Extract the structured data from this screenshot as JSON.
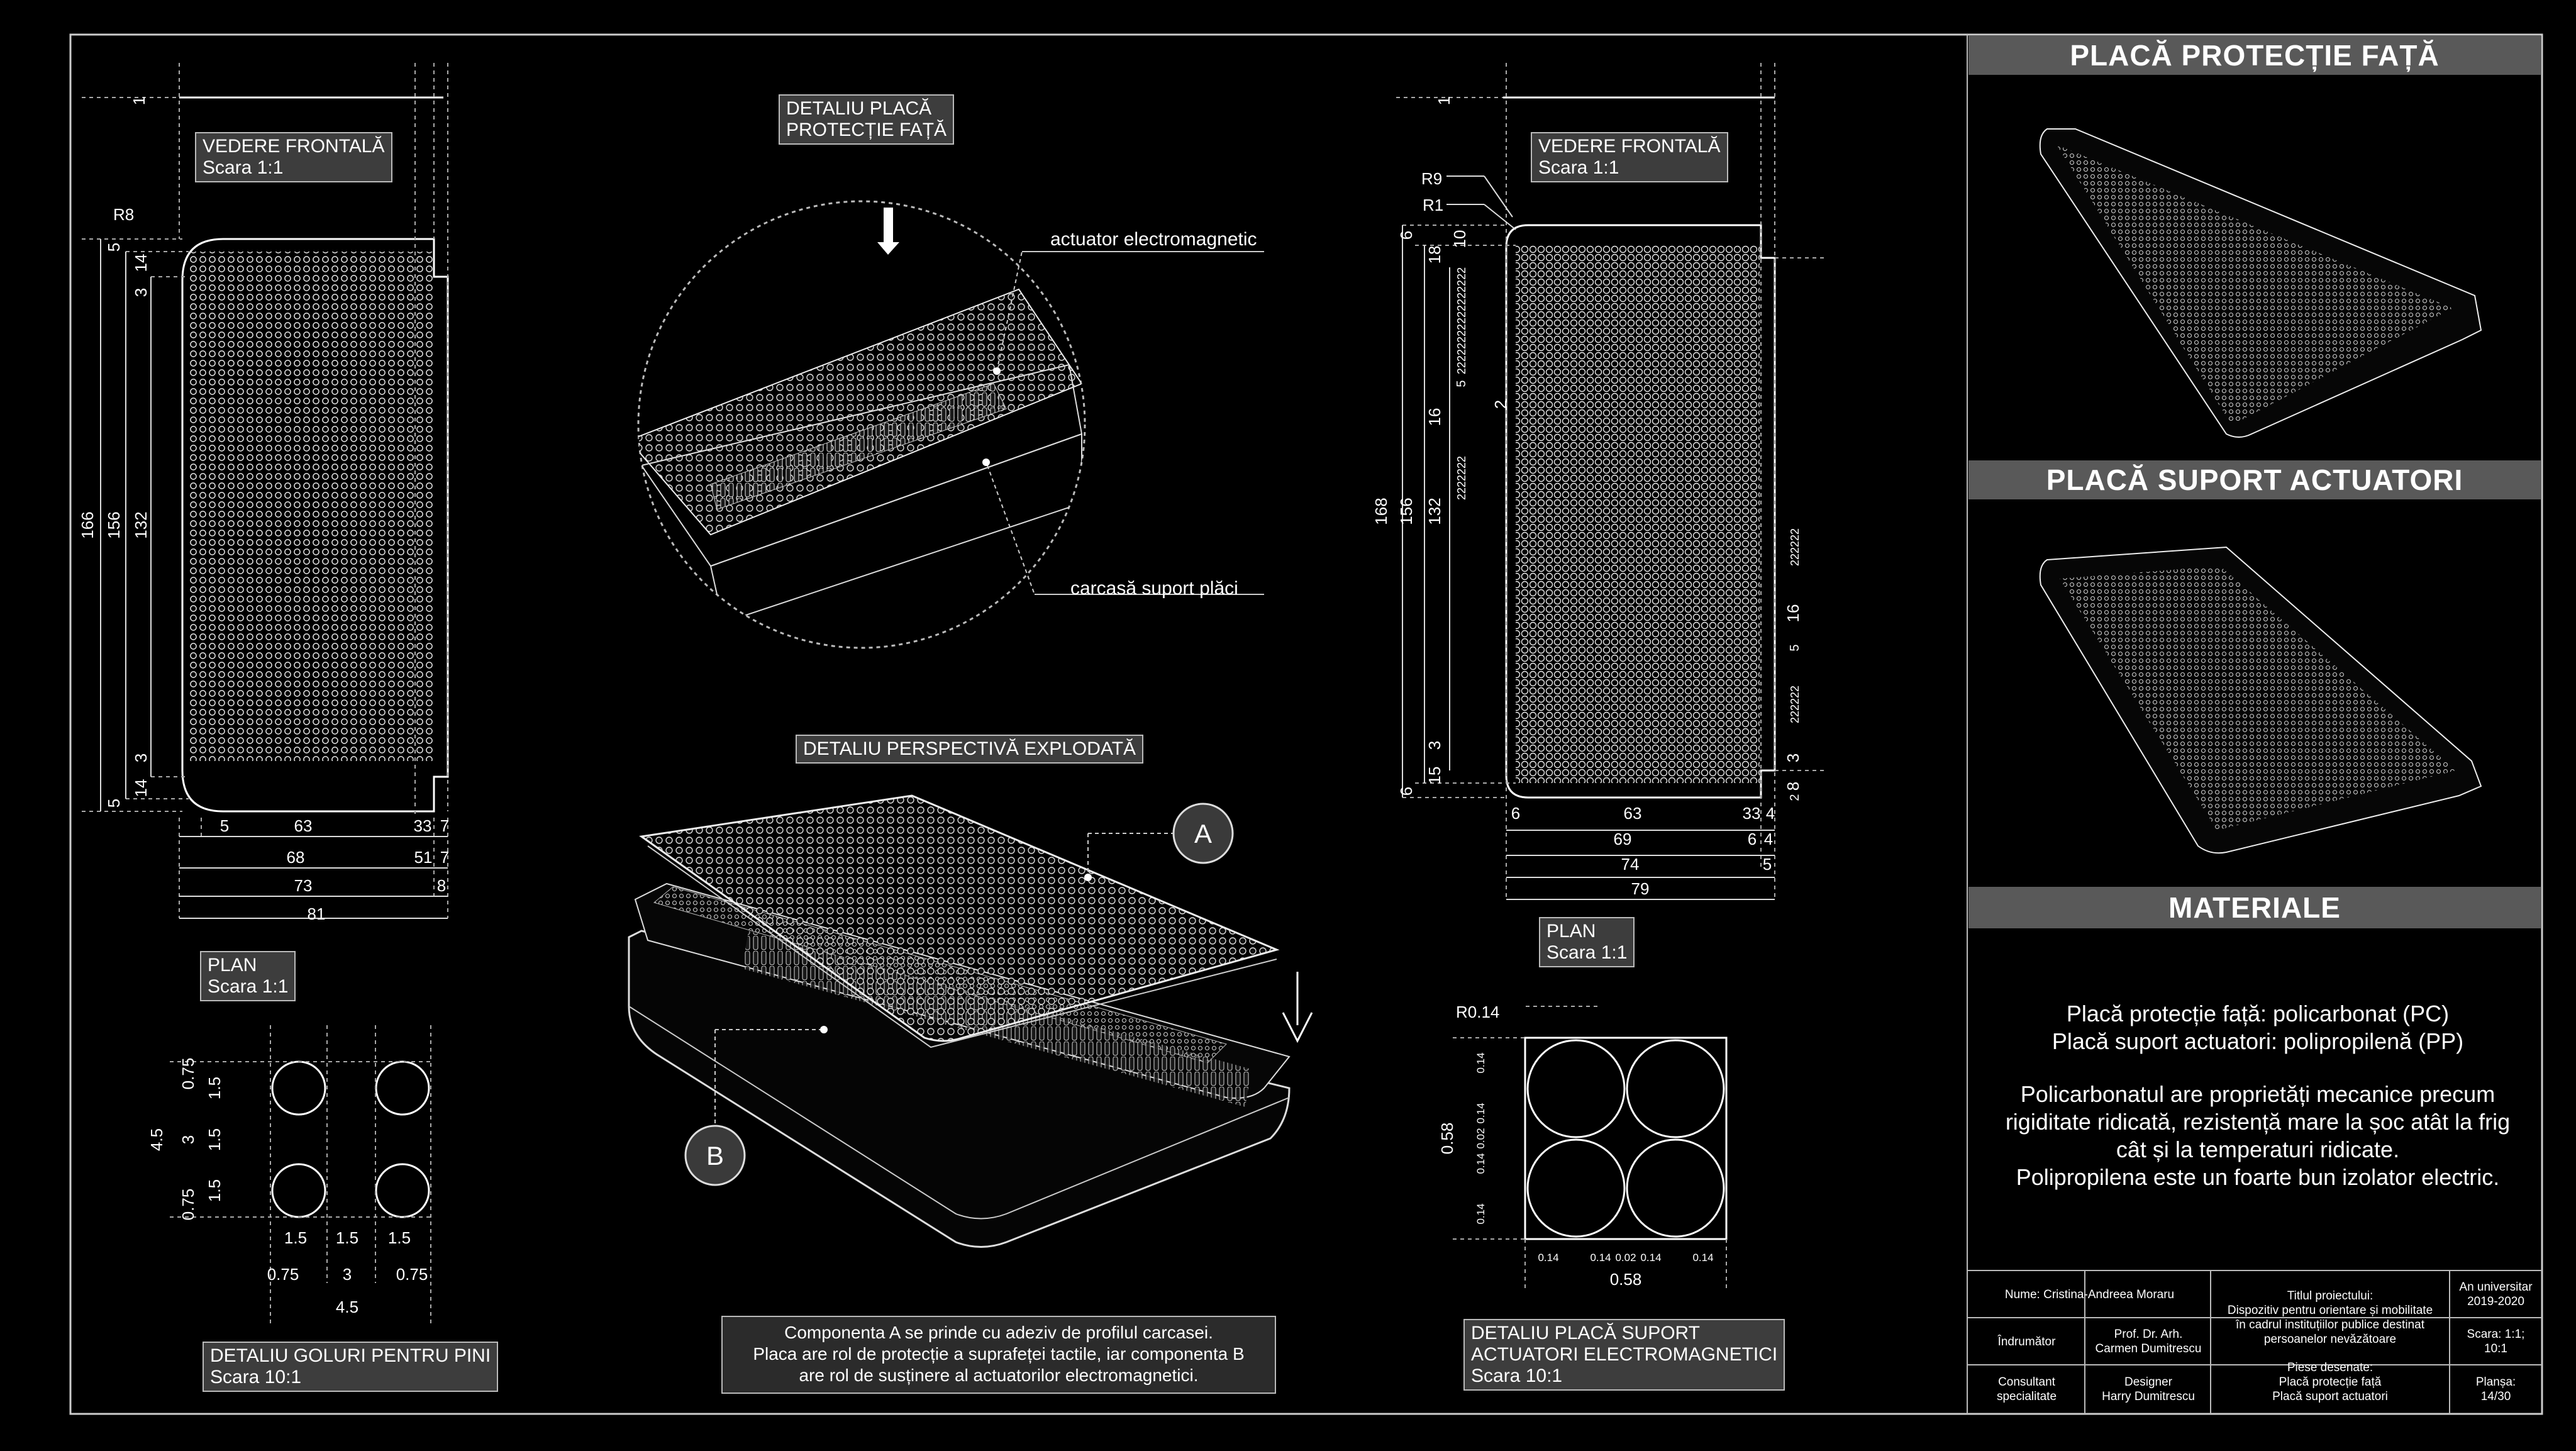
{
  "views": {
    "frontal_left": {
      "title": "VEDERE FRONTALĂ",
      "scale": "Scara 1:1"
    },
    "plan_left": {
      "title": "PLAN",
      "scale": "Scara 1:1"
    },
    "holes_detail": {
      "title": "DETALIU GOLURI PENTRU PINI",
      "scale": "Scara 10:1"
    },
    "front_plate_detail": {
      "line1": "DETALIU PLACĂ",
      "line2": "PROTECȚIE FAȚĂ"
    },
    "exploded_detail": {
      "title": "DETALIU PERSPECTIVĂ EXPLODATĂ"
    },
    "frontal_right": {
      "title": "VEDERE FRONTALĂ",
      "scale": "Scara 1:1"
    },
    "plan_right": {
      "title": "PLAN",
      "scale": "Scara 1:1"
    },
    "actuator_plate_detail": {
      "line1": "DETALIU PLACĂ SUPORT",
      "line2": "ACTUATORI ELECTROMAGNETICI",
      "scale": "Scara 10:1"
    }
  },
  "callouts": {
    "actuator": "actuator electromagnetic",
    "housing": "carcasă suport plăci",
    "component_a": "A",
    "component_b": "B"
  },
  "note": {
    "line1": "Componenta A se prinde cu adeziv de profilul carcasei.",
    "line2": "Placa are rol de protecție a suprafeței tactile, iar componenta B",
    "line3": "are rol de susținere al actuatorilor electromagnetici."
  },
  "dims_left": {
    "radius": "R8",
    "top_gap": "1",
    "v_outer": "166",
    "v_mid": "156",
    "v_inner": "132",
    "v_5a": "5",
    "v_14a": "14",
    "v_3a": "3",
    "v_3b": "3",
    "v_14b": "14",
    "v_5b": "5",
    "h_5": "5",
    "h_63": "63",
    "h_33": "33",
    "h_7a": "7",
    "h_68": "68",
    "h_51": "51",
    "h_7b": "7",
    "h_73": "73",
    "h_8": "8",
    "h_81": "81"
  },
  "dims_right": {
    "top_gap": "1",
    "r9": "R9",
    "r1": "R1",
    "v_168": "168",
    "v_156": "156",
    "v_132": "132",
    "v_6a": "6",
    "v_18": "18",
    "v_10": "10",
    "v_16a": "16",
    "v_5a": "5",
    "v_2": "2",
    "v_15": "15",
    "v_3": "3",
    "v_6b": "6",
    "v_2c": "2",
    "v_8": "8",
    "v_run_a": "22222222222222222",
    "v_run_b": "2222222",
    "v_run_c": "222222",
    "v_run_d": "222222",
    "v_16b": "16",
    "v_5b": "5",
    "v_3b": "3",
    "h_6": "6",
    "h_63": "63",
    "h_33": "33",
    "h_4a": "4",
    "h_69": "69",
    "h_6b": "6",
    "h_4b": "4",
    "h_74": "74",
    "h_5": "5",
    "h_79": "79"
  },
  "dims_holes": {
    "v_075a": "0.75",
    "v_15a": "1.5",
    "v_3": "3",
    "v_15b": "1.5",
    "v_15c": "1.5",
    "v_075b": "0.75",
    "v_45": "4.5",
    "h_15a": "1.5",
    "h_15b": "1.5",
    "h_15c": "1.5",
    "h_075a": "0.75",
    "h_3": "3",
    "h_075b": "0.75",
    "h_45": "4.5"
  },
  "dims_actuator": {
    "radius": "R0.14",
    "v_058": "0.58",
    "v_014a": "0.14",
    "v_014b": "0.14",
    "v_002": "0.02",
    "v_014c": "0.14",
    "v_014d": "0.14",
    "h_014a": "0.14",
    "h_014b": "0.14",
    "h_002": "0.02",
    "h_014c": "0.14",
    "h_014d": "0.14",
    "h_058": "0.58"
  },
  "side_panel": {
    "title_front": "PLACĂ PROTECȚIE FAȚĂ",
    "title_support": "PLACĂ SUPORT ACTUATORI",
    "title_materials": "MATERIALE",
    "materials": {
      "line1": "Placă protecție față: policarbonat (PC)",
      "line2": "Placă suport actuatori: polipropilenă (PP)",
      "line3": "Policarbonatul are proprietăți mecanice precum",
      "line4": "rigiditate ridicată, rezistență mare la șoc atât la frig",
      "line5": "cât și la temperaturi ridicate.",
      "line6": "Polipropilena este un foarte bun izolator electric."
    }
  },
  "title_block": {
    "name": "Nume: Cristina-Andreea Moraru",
    "project_label": "Titlul proiectului:",
    "project_1": "Dispozitiv pentru orientare și mobilitate",
    "project_2": "în cadrul instituțiilor publice destinat",
    "project_3": "persoanelor nevăzătoare",
    "year_label": "An universitar",
    "year": "2019-2020",
    "coordinator_label": "Îndrumător",
    "coordinator_1": "Prof. Dr. Arh.",
    "coordinator_2": "Carmen Dumitrescu",
    "scale_1": "Scara: 1:1;",
    "scale_2": "10:1",
    "consultant_1": "Consultant",
    "consultant_2": "specialitate",
    "designer_1": "Designer",
    "designer_2": "Harry Dumitrescu",
    "drawn_label": "Piese desenate:",
    "drawn_1": "Placă protecție față",
    "drawn_2": "Placă suport actuatori",
    "sheet_label": "Planșa:",
    "sheet": "14/30"
  }
}
